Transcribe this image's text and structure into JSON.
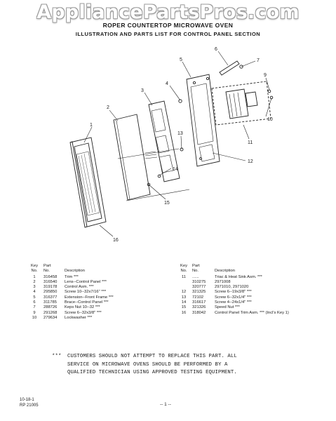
{
  "header": {
    "watermark": "AppliancePartsPros.com",
    "title": "ROPER COUNTERTOP MICROWAVE OVEN",
    "subtitle": "ILLUSTRATION AND PARTS LIST FOR CONTROL PANEL SECTION"
  },
  "diagram": {
    "callouts": [
      "1",
      "2",
      "3",
      "4",
      "5",
      "6",
      "7",
      "9",
      "10",
      "11",
      "12",
      "13",
      "14",
      "15",
      "16"
    ]
  },
  "parts_list": {
    "headers": {
      "key": [
        "Key",
        "No."
      ],
      "part": [
        "Part",
        "No."
      ],
      "description": "Description"
    },
    "left_rows": [
      {
        "key": "1",
        "part": "316458",
        "desc": "Trim ***"
      },
      {
        "key": "2",
        "part": "316540",
        "desc": "Lens--Control Panel ***"
      },
      {
        "key": "3",
        "part": "319178",
        "desc": "Control Asm. ***"
      },
      {
        "key": "4",
        "part": "295850",
        "desc": "Screw 10--32x7/16\" ***"
      },
      {
        "key": "5",
        "part": "316377",
        "desc": "Extension--Front Frame ***"
      },
      {
        "key": "6",
        "part": "311785",
        "desc": "Brace--Control Panel ***"
      },
      {
        "key": "7",
        "part": "288726",
        "desc": "Keps Nut 10--32 ***"
      },
      {
        "key": "9",
        "part": "291268",
        "desc": "Screw 6--32x3/8\" ***"
      },
      {
        "key": "10",
        "part": "279634",
        "desc": "Lockwasher ***"
      }
    ],
    "right_rows": [
      {
        "key": "11",
        "part": "......",
        "desc": "Triac & Heat Sink Asm. ***"
      },
      {
        "key": "",
        "part": "310275",
        "desc": "2971008"
      },
      {
        "key": "",
        "part": "320777",
        "desc": "2971010, 2971020"
      },
      {
        "key": "12",
        "part": "321325",
        "desc": "Screw 6--19x3/8\" ***"
      },
      {
        "key": "13",
        "part": "72102",
        "desc": "Screw 6--32x1/4\" ***"
      },
      {
        "key": "14",
        "part": "316617",
        "desc": "Screw 4--24x1/4\" ***"
      },
      {
        "key": "15",
        "part": "321326",
        "desc": "Speed Nut ***"
      },
      {
        "key": "16",
        "part": "318042",
        "desc": "Control Panel Trim Asm. *** (Incl's Key 1)"
      }
    ]
  },
  "notice": {
    "marker": "***",
    "lines": [
      "CUSTOMERS SHOULD NOT ATTEMPT TO REPLACE THIS PART. ALL",
      "SERVICE ON MICROWAVE OVENS SHOULD BE PERFORMED BY A",
      "QUALIFIED TECHNICIAN USING APPROVED TESTING EQUIPMENT."
    ]
  },
  "footer": {
    "code1": "10-18-1",
    "code2": "RP 21005",
    "page": "-- 1 --"
  }
}
